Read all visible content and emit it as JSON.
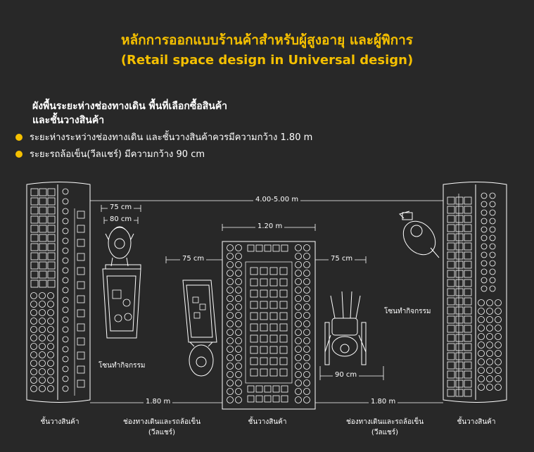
{
  "title_th": "หลักการออกแบบร้านค้าสำหรับผู้สูงอายุ และผู้พิการ",
  "title_en": "(Retail space design in Universal design)",
  "subtitle_line1": "ผังพื้นระยะห่างช่องทางเดิน พื้นที่เลือกซื้อสินค้า",
  "subtitle_line2": "และชั้นวางสินค้า",
  "bullets": [
    "ระยะห่างระหว่างช่องทางเดิน และชั้นวางสินค้าควรมีความกว้าง 1.80 m",
    "ระยะรถล้อเข็น(วีลแชร์) มีความกว้าง 90 cm"
  ],
  "dimensions": {
    "total_width": "4.00-5.00 m",
    "center_shelf": "1.20 m",
    "person_75": "75 cm",
    "person_80": "80 cm",
    "mid_left_75": "75 cm",
    "mid_right_75": "75 cm",
    "wheelchair": "90 cm",
    "aisle_left": "1.80 m",
    "aisle_right": "1.80 m"
  },
  "zones": {
    "activity_left": "โซนทำกิจกรรม",
    "activity_right": "โซนทำกิจกรรม"
  },
  "bottom_labels": {
    "shelf_left": "ชั้นวางสินค้า",
    "aisle_left_1": "ช่องทางเดินและรถล้อเข็น",
    "aisle_left_2": "(วีลแชร์)",
    "shelf_center": "ชั้นวางสินค้า",
    "aisle_right_1": "ช่องทางเดินและรถล้อเข็น",
    "aisle_right_2": "(วีลแชร์)",
    "shelf_right": "ชั้นวางสินค้า"
  },
  "colors": {
    "accent": "#f5c000",
    "background": "#282828",
    "line": "#ffffff"
  }
}
